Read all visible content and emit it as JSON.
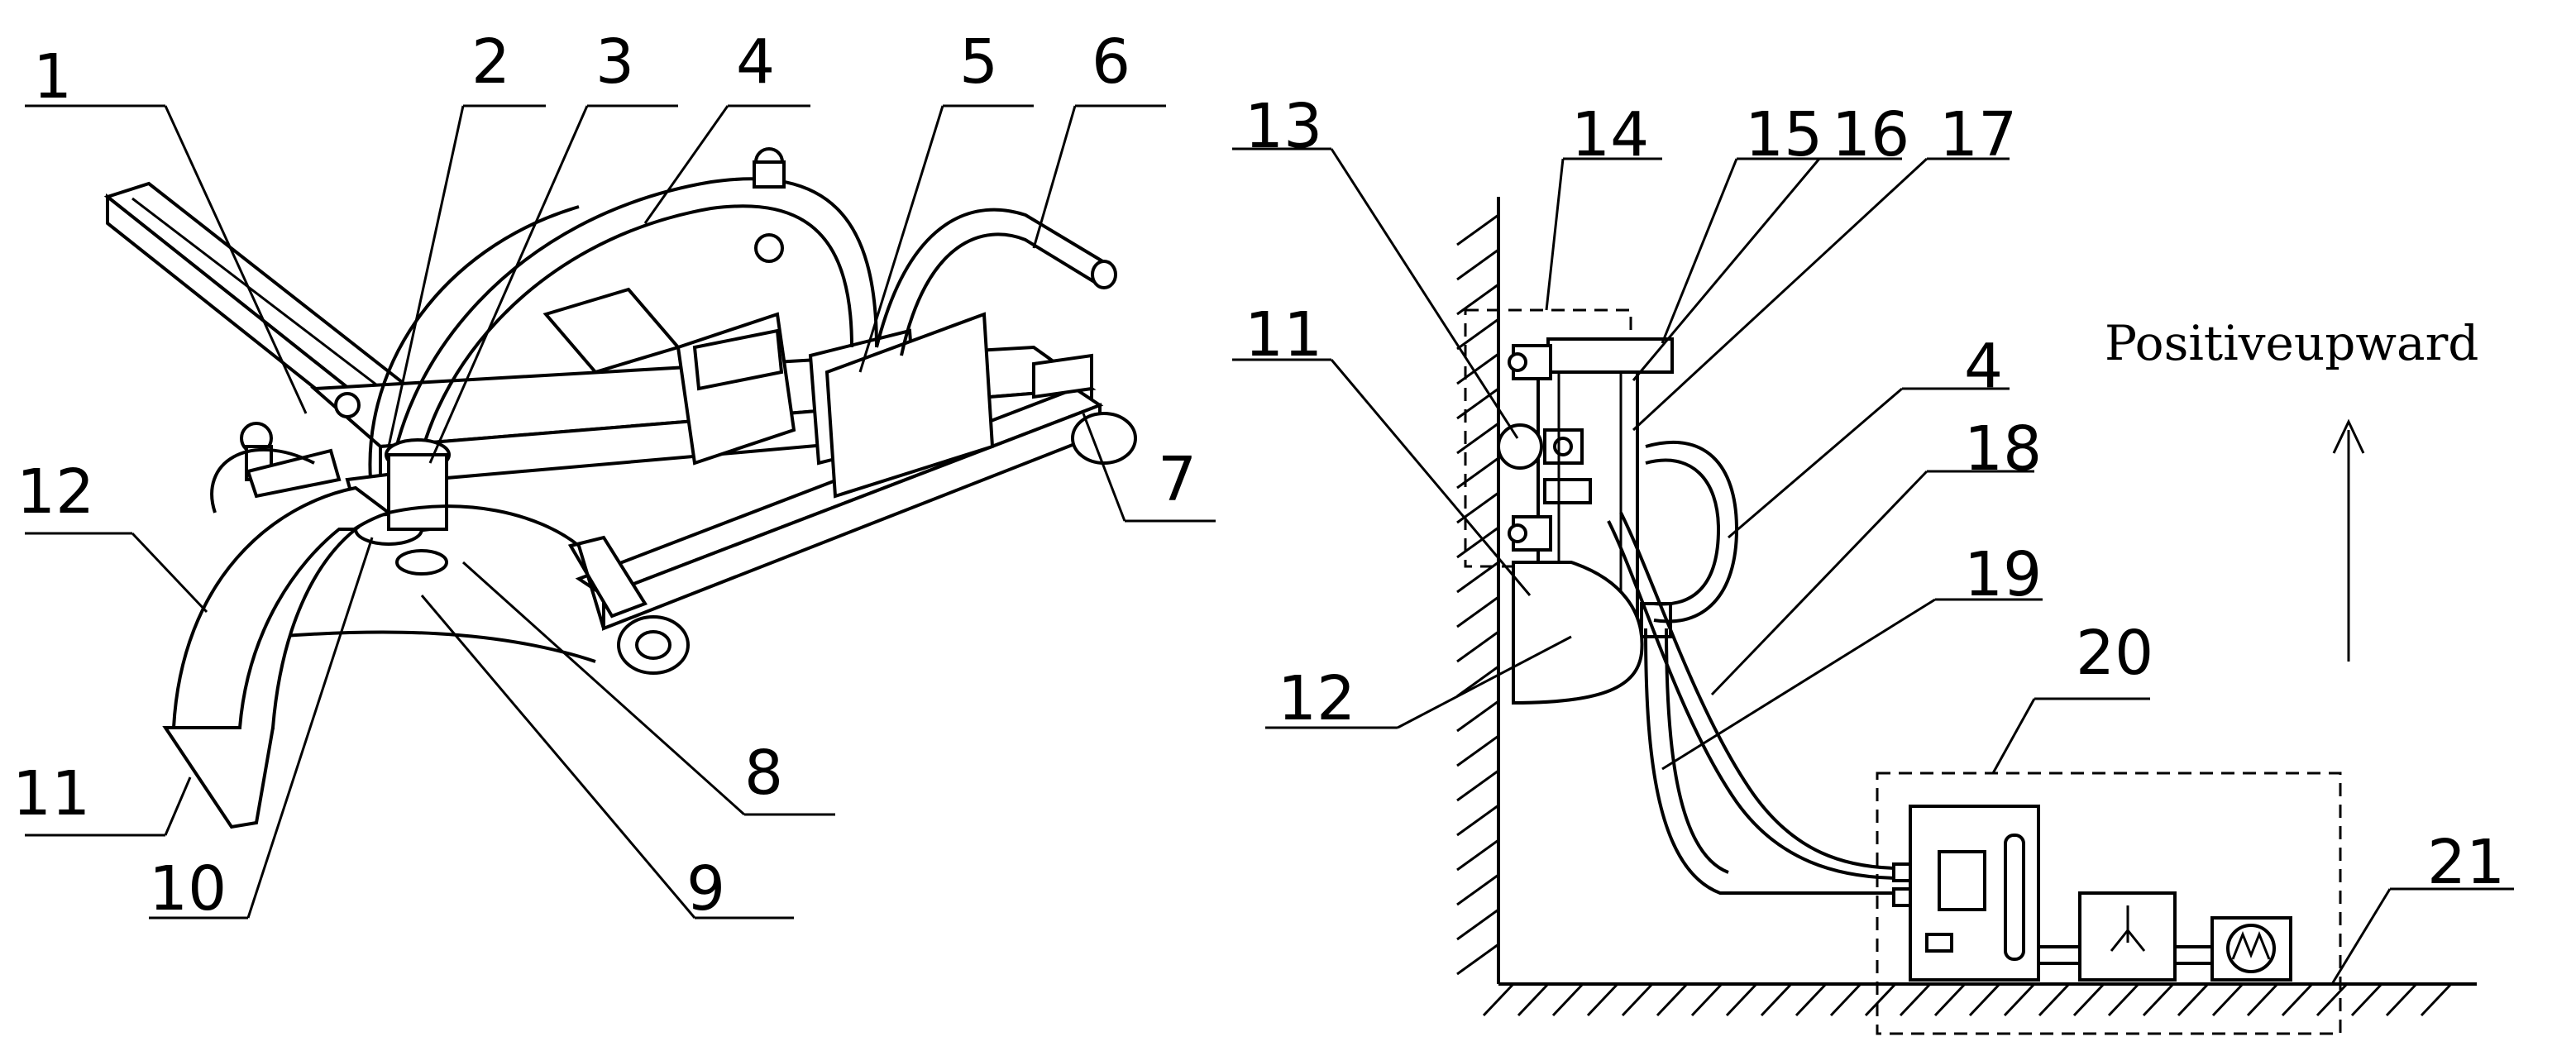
{
  "figure_left": {
    "labels": {
      "l1": "1",
      "l2": "2",
      "l3": "3",
      "l4": "4",
      "l5": "5",
      "l6": "6",
      "l7": "7",
      "l8": "8",
      "l9": "9",
      "l10": "10",
      "l11": "11",
      "l12": "12"
    }
  },
  "figure_right": {
    "labels": {
      "l4": "4",
      "l11": "11",
      "l12": "12",
      "l13": "13",
      "l14": "14",
      "l15": "15",
      "l16": "16",
      "l17": "17",
      "l18": "18",
      "l19": "19",
      "l20": "20",
      "l21": "21"
    },
    "direction_note": "Positiveupward"
  }
}
